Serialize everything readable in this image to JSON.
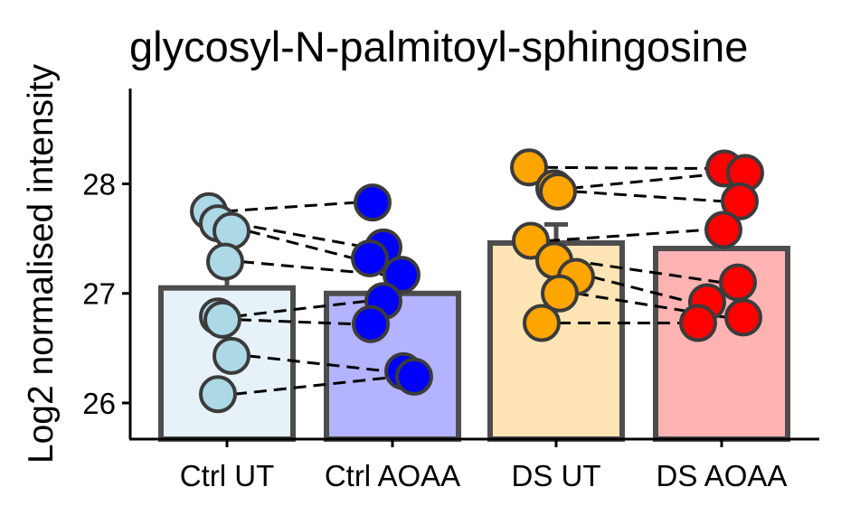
{
  "chart_data": {
    "type": "bar",
    "title": "glycosyl-N-palmitoyl-sphingosine",
    "ylabel": "Log2 normalised intensity",
    "xlabel": "",
    "categories": [
      "Ctrl UT",
      "Ctrl AOAA",
      "DS UT",
      "DS AOAA"
    ],
    "ylim": [
      25.67,
      28.87
    ],
    "yticks": [
      26,
      27,
      28
    ],
    "yticklabels": [
      "26",
      "27",
      "28"
    ],
    "grid": false,
    "legend": "none",
    "bar_values": [
      27.05,
      27.0,
      27.46,
      27.41
    ],
    "error_upper": [
      27.2,
      27.0,
      27.63,
      27.58
    ],
    "bar_fill_colors": [
      "#e6f2f8",
      "#b3b3ff",
      "#ffe4b5",
      "#ffb3b3"
    ],
    "point_colors": [
      "#add8e6",
      "#0000ff",
      "#ffa500",
      "#ff0000"
    ],
    "bar_outline_color": "#4d4d4d",
    "series": [
      {
        "category": "Ctrl UT",
        "values": [
          27.75,
          27.64,
          27.57,
          27.29,
          26.79,
          26.76,
          26.43,
          26.08
        ]
      },
      {
        "category": "Ctrl AOAA",
        "values": [
          27.83,
          27.42,
          27.32,
          27.17,
          26.93,
          26.72,
          26.29,
          26.24
        ]
      },
      {
        "category": "DS UT",
        "values": [
          28.15,
          27.96,
          27.93,
          27.48,
          27.3,
          27.15,
          27.0,
          26.73
        ]
      },
      {
        "category": "DS AOAA",
        "values": [
          28.14,
          28.1,
          27.84,
          27.58,
          27.1,
          26.92,
          26.78,
          26.73
        ]
      }
    ],
    "pairs": [
      {
        "from": [
          0,
          0
        ],
        "to": [
          1,
          0
        ]
      },
      {
        "from": [
          0,
          1
        ],
        "to": [
          1,
          1
        ]
      },
      {
        "from": [
          0,
          2
        ],
        "to": [
          1,
          2
        ]
      },
      {
        "from": [
          0,
          3
        ],
        "to": [
          1,
          3
        ]
      },
      {
        "from": [
          0,
          4
        ],
        "to": [
          1,
          4
        ]
      },
      {
        "from": [
          0,
          5
        ],
        "to": [
          1,
          5
        ]
      },
      {
        "from": [
          0,
          6
        ],
        "to": [
          1,
          6
        ]
      },
      {
        "from": [
          0,
          7
        ],
        "to": [
          1,
          7
        ]
      },
      {
        "from": [
          2,
          0
        ],
        "to": [
          3,
          0
        ]
      },
      {
        "from": [
          2,
          1
        ],
        "to": [
          3,
          1
        ]
      },
      {
        "from": [
          2,
          2
        ],
        "to": [
          3,
          2
        ]
      },
      {
        "from": [
          2,
          3
        ],
        "to": [
          3,
          3
        ]
      },
      {
        "from": [
          2,
          4
        ],
        "to": [
          3,
          4
        ]
      },
      {
        "from": [
          2,
          5
        ],
        "to": [
          3,
          5
        ]
      },
      {
        "from": [
          2,
          6
        ],
        "to": [
          3,
          6
        ]
      },
      {
        "from": [
          2,
          7
        ],
        "to": [
          3,
          7
        ]
      }
    ]
  }
}
